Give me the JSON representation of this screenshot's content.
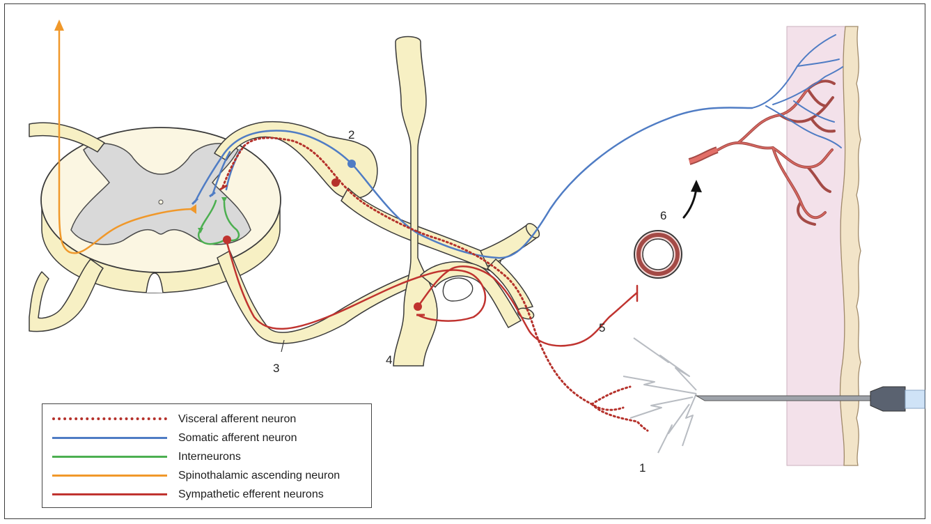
{
  "labels": {
    "n1": "1",
    "n2": "2",
    "n3": "3",
    "n4": "4",
    "n5": "5",
    "n6": "6"
  },
  "legend": [
    {
      "label": "Visceral afferent neuron",
      "color": "#b5312b",
      "style": "dotted"
    },
    {
      "label": "Somatic afferent neuron",
      "color": "#4f7cc4",
      "style": "solid"
    },
    {
      "label": "Interneurons",
      "color": "#4caf50",
      "style": "solid"
    },
    {
      "label": "Spinothalamic ascending neuron",
      "color": "#f0982a",
      "style": "solid"
    },
    {
      "label": "Sympathetic efferent neurons",
      "color": "#c0332f",
      "style": "solid"
    }
  ],
  "colors": {
    "nerve_fill": "#f7f0c4",
    "gray_matter": "#d9d9d9",
    "skin_outer": "#f2e4c8",
    "skin_inner": "#f3e1ea",
    "visceral": "#b5312b",
    "somatic": "#4f7cc4",
    "interneuron": "#4caf50",
    "spinothalamic": "#f0982a",
    "sympathetic": "#c0332f",
    "vessel": "#a44a46"
  }
}
